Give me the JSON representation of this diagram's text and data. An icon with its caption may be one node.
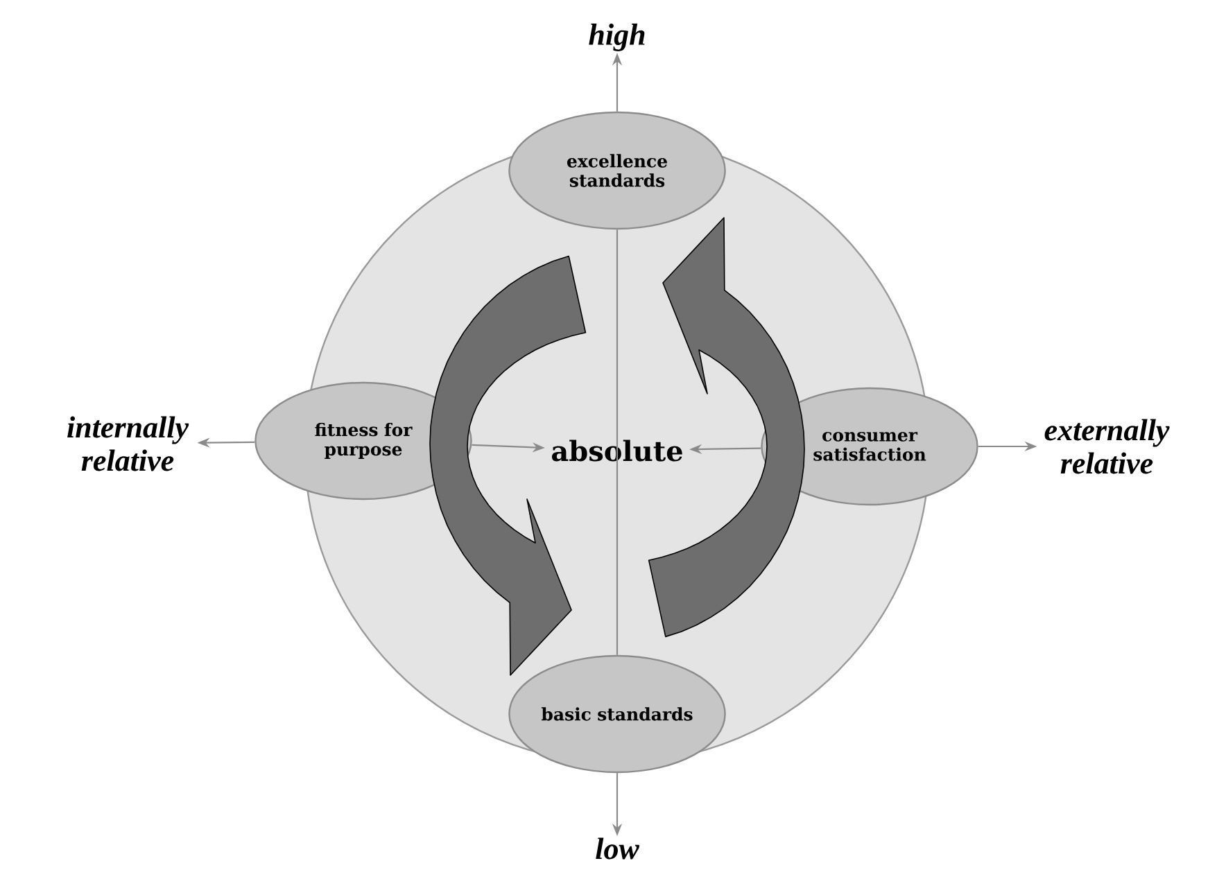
{
  "diagram": {
    "nodes": [
      {
        "text": [
          "high"
        ]
      },
      {
        "text": [
          "excellence standards"
        ]
      },
      {
        "text": [
          "internally relative"
        ]
      },
      {
        "text": [
          "fitness for purpose"
        ]
      },
      {
        "text": [
          "absolute"
        ]
      },
      {
        "text": [
          "consumer satisfaction"
        ]
      },
      {
        "text": [
          "externally relative"
        ]
      },
      {
        "text": [
          "basic standards"
        ]
      },
      {
        "text": [
          "low"
        ]
      }
    ],
    "edges": [
      {
        "from": 1,
        "to": 0,
        "arrow": "to"
      },
      {
        "from": 3,
        "to": 2,
        "arrow": "to"
      },
      {
        "from": 3,
        "to": 4,
        "arrow": "to"
      },
      {
        "from": 5,
        "to": 4,
        "arrow": "to"
      },
      {
        "from": 5,
        "to": 6,
        "arrow": "to"
      },
      {
        "from": 7,
        "to": 8,
        "arrow": "to"
      },
      {
        "from": 1,
        "to": 7,
        "arrow": "none"
      },
      {
        "from": 1,
        "to": 7,
        "arrow": "to",
        "style": "thick",
        "color": "#6e6e6e"
      },
      {
        "from": 7,
        "to": 1,
        "arrow": "to",
        "style": "thick",
        "color": "#6e6e6e"
      }
    ]
  }
}
